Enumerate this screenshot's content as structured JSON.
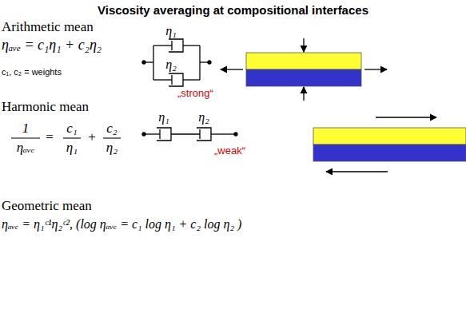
{
  "diagram": {
    "title": "Viscosity averaging at compositional interfaces",
    "labels": [
      "Arithmetic mean",
      "ηₐᵥₑ = c₁η₁ + c₂η₂",
      "c₁, c₂ = weights",
      "η₁",
      "η₂",
      "„strong“",
      "Harmonic mean",
      "1",
      "ηₐᵥₑ",
      "=",
      "c₁",
      "η₁",
      "+",
      "c₂",
      "η₂",
      "η₁",
      "η₂",
      "„weak“",
      "Geometric mean",
      "ηₐᵥₑ = η₁ᶜ¹η₂ᶜ², (log ηₐᵥₑ = c₁ log η₁ + c₂ log η₂ )"
    ]
  }
}
